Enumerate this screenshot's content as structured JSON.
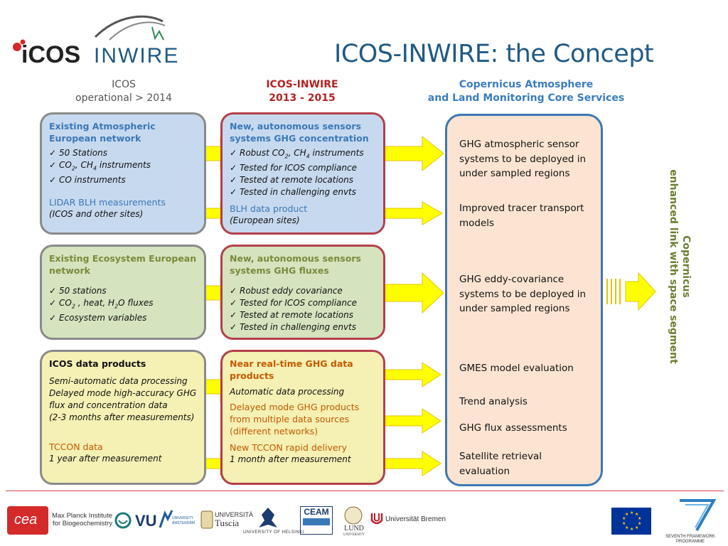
{
  "logo": {
    "icos": "iCOS",
    "inwire": "INWIRE"
  },
  "title": "ICOS-INWIRE: the Concept",
  "columns": {
    "c1": [
      "ICOS",
      "operational > 2014"
    ],
    "c2": [
      "ICOS-INWIRE",
      "2013 - 2015"
    ],
    "c3": [
      "Copernicus Atmosphere",
      "and Land Monitoring Core Services"
    ]
  },
  "row1": {
    "left": {
      "head": [
        "Existing Atmospheric",
        "European network"
      ],
      "items": [
        "50 Stations",
        "CO2, CH4 instruments",
        "CO instruments"
      ],
      "sub": "LIDAR BLH measurements",
      "sub_note": "(ICOS and other sites)"
    },
    "mid": {
      "head": [
        "New, autonomous sensors",
        "systems GHG concentration"
      ],
      "items": [
        "Robust CO2, CH4 instruments",
        "Tested for ICOS compliance",
        "Tested at remote locations",
        "Tested in challenging envts"
      ],
      "sub": "BLH data product",
      "sub_note": "(European sites)"
    }
  },
  "row2": {
    "left": {
      "head": [
        "Existing Ecosystem European",
        "network"
      ],
      "items": [
        "50 stations",
        "CO2 , heat, H2O fluxes",
        "Ecosystem variables"
      ]
    },
    "mid": {
      "head": [
        "New, autonomous sensors",
        "systems GHG fluxes"
      ],
      "items": [
        "Robust eddy covariance",
        "Tested for ICOS compliance",
        "Tested at remote locations",
        "Tested in challenging envts"
      ]
    }
  },
  "row3": {
    "left": {
      "head": "ICOS data products",
      "lines": [
        "Semi-automatic data processing",
        "Delayed mode high-accuracy GHG",
        "flux and concentration data",
        "(2-3 months after measurements)"
      ],
      "sub": "TCCON data",
      "sub_note": "1 year after measurement"
    },
    "mid": {
      "head": [
        "Near real-time GHG data",
        "products"
      ],
      "line": "Automatic data processing",
      "sub1": [
        "Delayed mode GHG products",
        "from multiple data sources",
        "(different networks)"
      ],
      "sub2": "New TCCON rapid delivery",
      "sub2_note": "1 month after measurement"
    }
  },
  "right": {
    "t1": [
      "GHG atmospheric sensor",
      "systems to be deployed in",
      "under sampled regions"
    ],
    "t2": [
      "Improved tracer transport",
      "models"
    ],
    "t3": [
      "GHG eddy-covariance",
      "systems to be deployed in",
      "under sampled regions"
    ],
    "t4": "GMES model evaluation",
    "t5": "Trend analysis",
    "t6": "GHG flux assessments",
    "t7": [
      "Satellite retrieval",
      "evaluation"
    ]
  },
  "vertical": [
    "Copernicus",
    "enhanced link with space segment"
  ],
  "footer": {
    "cea": "cea",
    "mpi": [
      "Max Planck Institute",
      "for Biogeochemistry"
    ],
    "vu": "VU",
    "vu_sub": [
      "UNIVERSITY",
      "AMSTERDAM"
    ],
    "tuscia": [
      "UNIVERSITÀ",
      "Tuscia"
    ],
    "helsinki": "UNIVERSITY OF HELSINKI",
    "ceam": "CEAM",
    "lund": [
      "LUND",
      "UNIVERSITY"
    ],
    "bremen": "Universität Bremen",
    "fp7": [
      "SEVENTH FRAMEWORK",
      "PROGRAMME"
    ]
  },
  "colors": {
    "accent_blue": "#3b78b8",
    "accent_red": "#b3404a",
    "arrow_yellow": "#ffff00",
    "copernicus_green": "#6b7f2e"
  }
}
